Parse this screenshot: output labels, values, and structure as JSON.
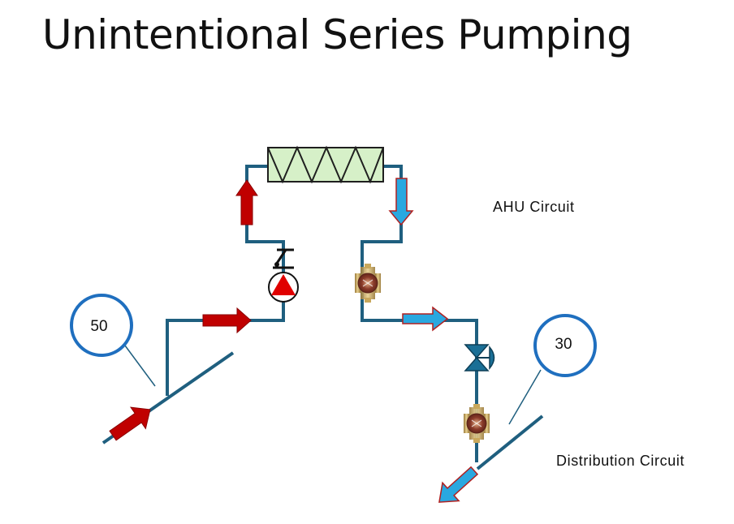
{
  "title": "Unintentional Series Pumping",
  "labels": {
    "ahu_circuit": "AHU Circuit",
    "distribution_circuit": "Distribution Circuit"
  },
  "callouts": {
    "left_value": "50",
    "right_value": "30"
  },
  "colors": {
    "pipe": "#1f5f7f",
    "hot_arrow": "#c00000",
    "cold_arrow": "#29a8e0",
    "coil_fill": "#d6f0c8",
    "callout_ring": "#1f6fbf",
    "pump_triangle": "#e00000"
  },
  "icons": {
    "coil": "heating-coil-icon",
    "pump": "circulator-pump-icon",
    "balancing_valve_upper": "balancing-valve-icon",
    "balancing_valve_lower": "balancing-valve-icon",
    "check_valve": "check-valve-icon",
    "control_valve": "two-way-control-valve-icon"
  }
}
